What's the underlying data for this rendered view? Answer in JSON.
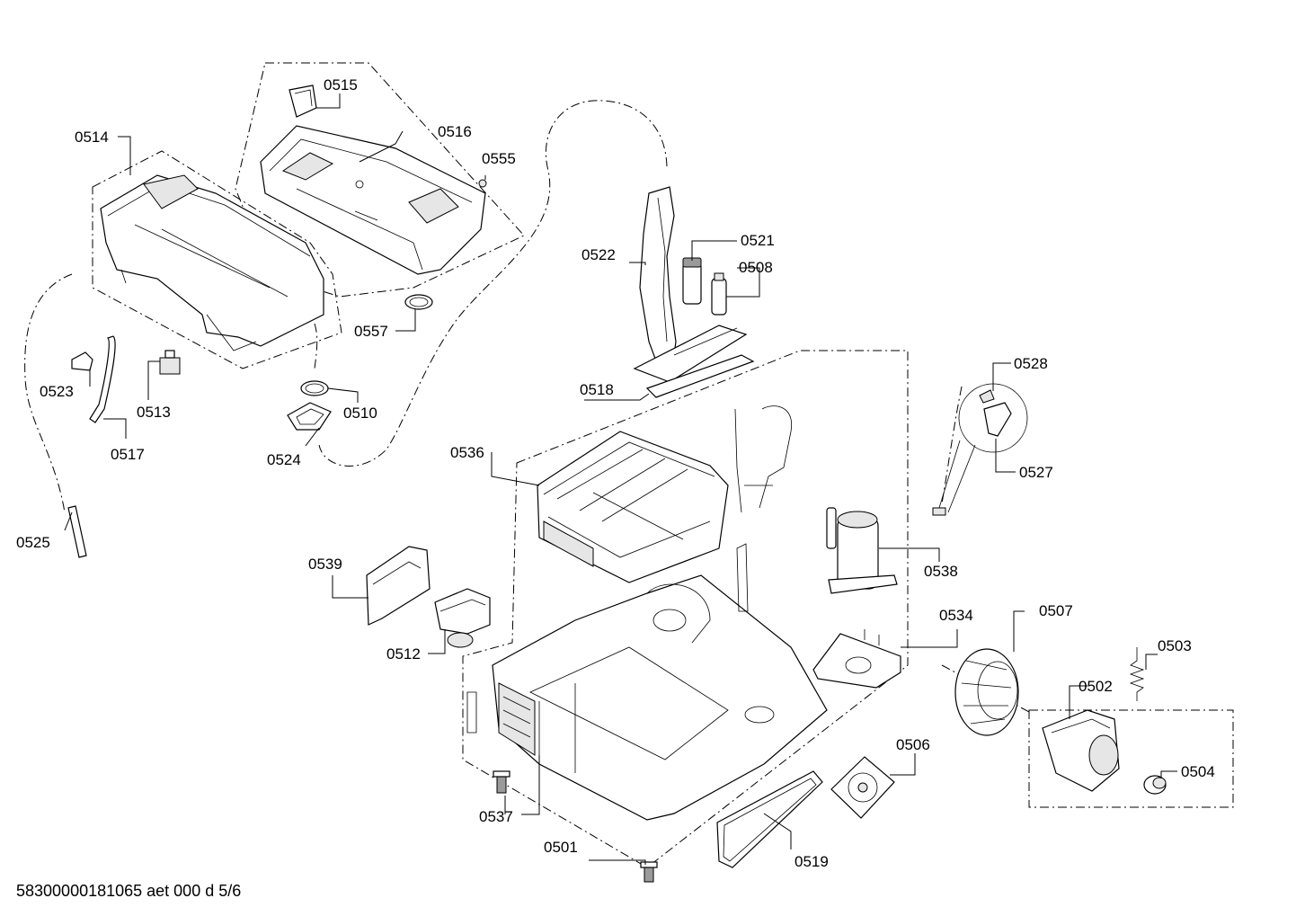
{
  "labels": {
    "p0501": "0501",
    "p0502": "0502",
    "p0503": "0503",
    "p0504": "0504",
    "p0506": "0506",
    "p0507": "0507",
    "p0508": "0508",
    "p0510": "0510",
    "p0512": "0512",
    "p0513": "0513",
    "p0514": "0514",
    "p0515": "0515",
    "p0516": "0516",
    "p0517": "0517",
    "p0518": "0518",
    "p0519": "0519",
    "p0521": "0521",
    "p0522": "0522",
    "p0523": "0523",
    "p0524": "0524",
    "p0525": "0525",
    "p0527": "0527",
    "p0528": "0528",
    "p0534": "0534",
    "p0536": "0536",
    "p0537": "0537",
    "p0538": "0538",
    "p0539": "0539",
    "p0555": "0555",
    "p0557": "0557"
  },
  "footer": "58300000181065 aet 000 d 5/6"
}
